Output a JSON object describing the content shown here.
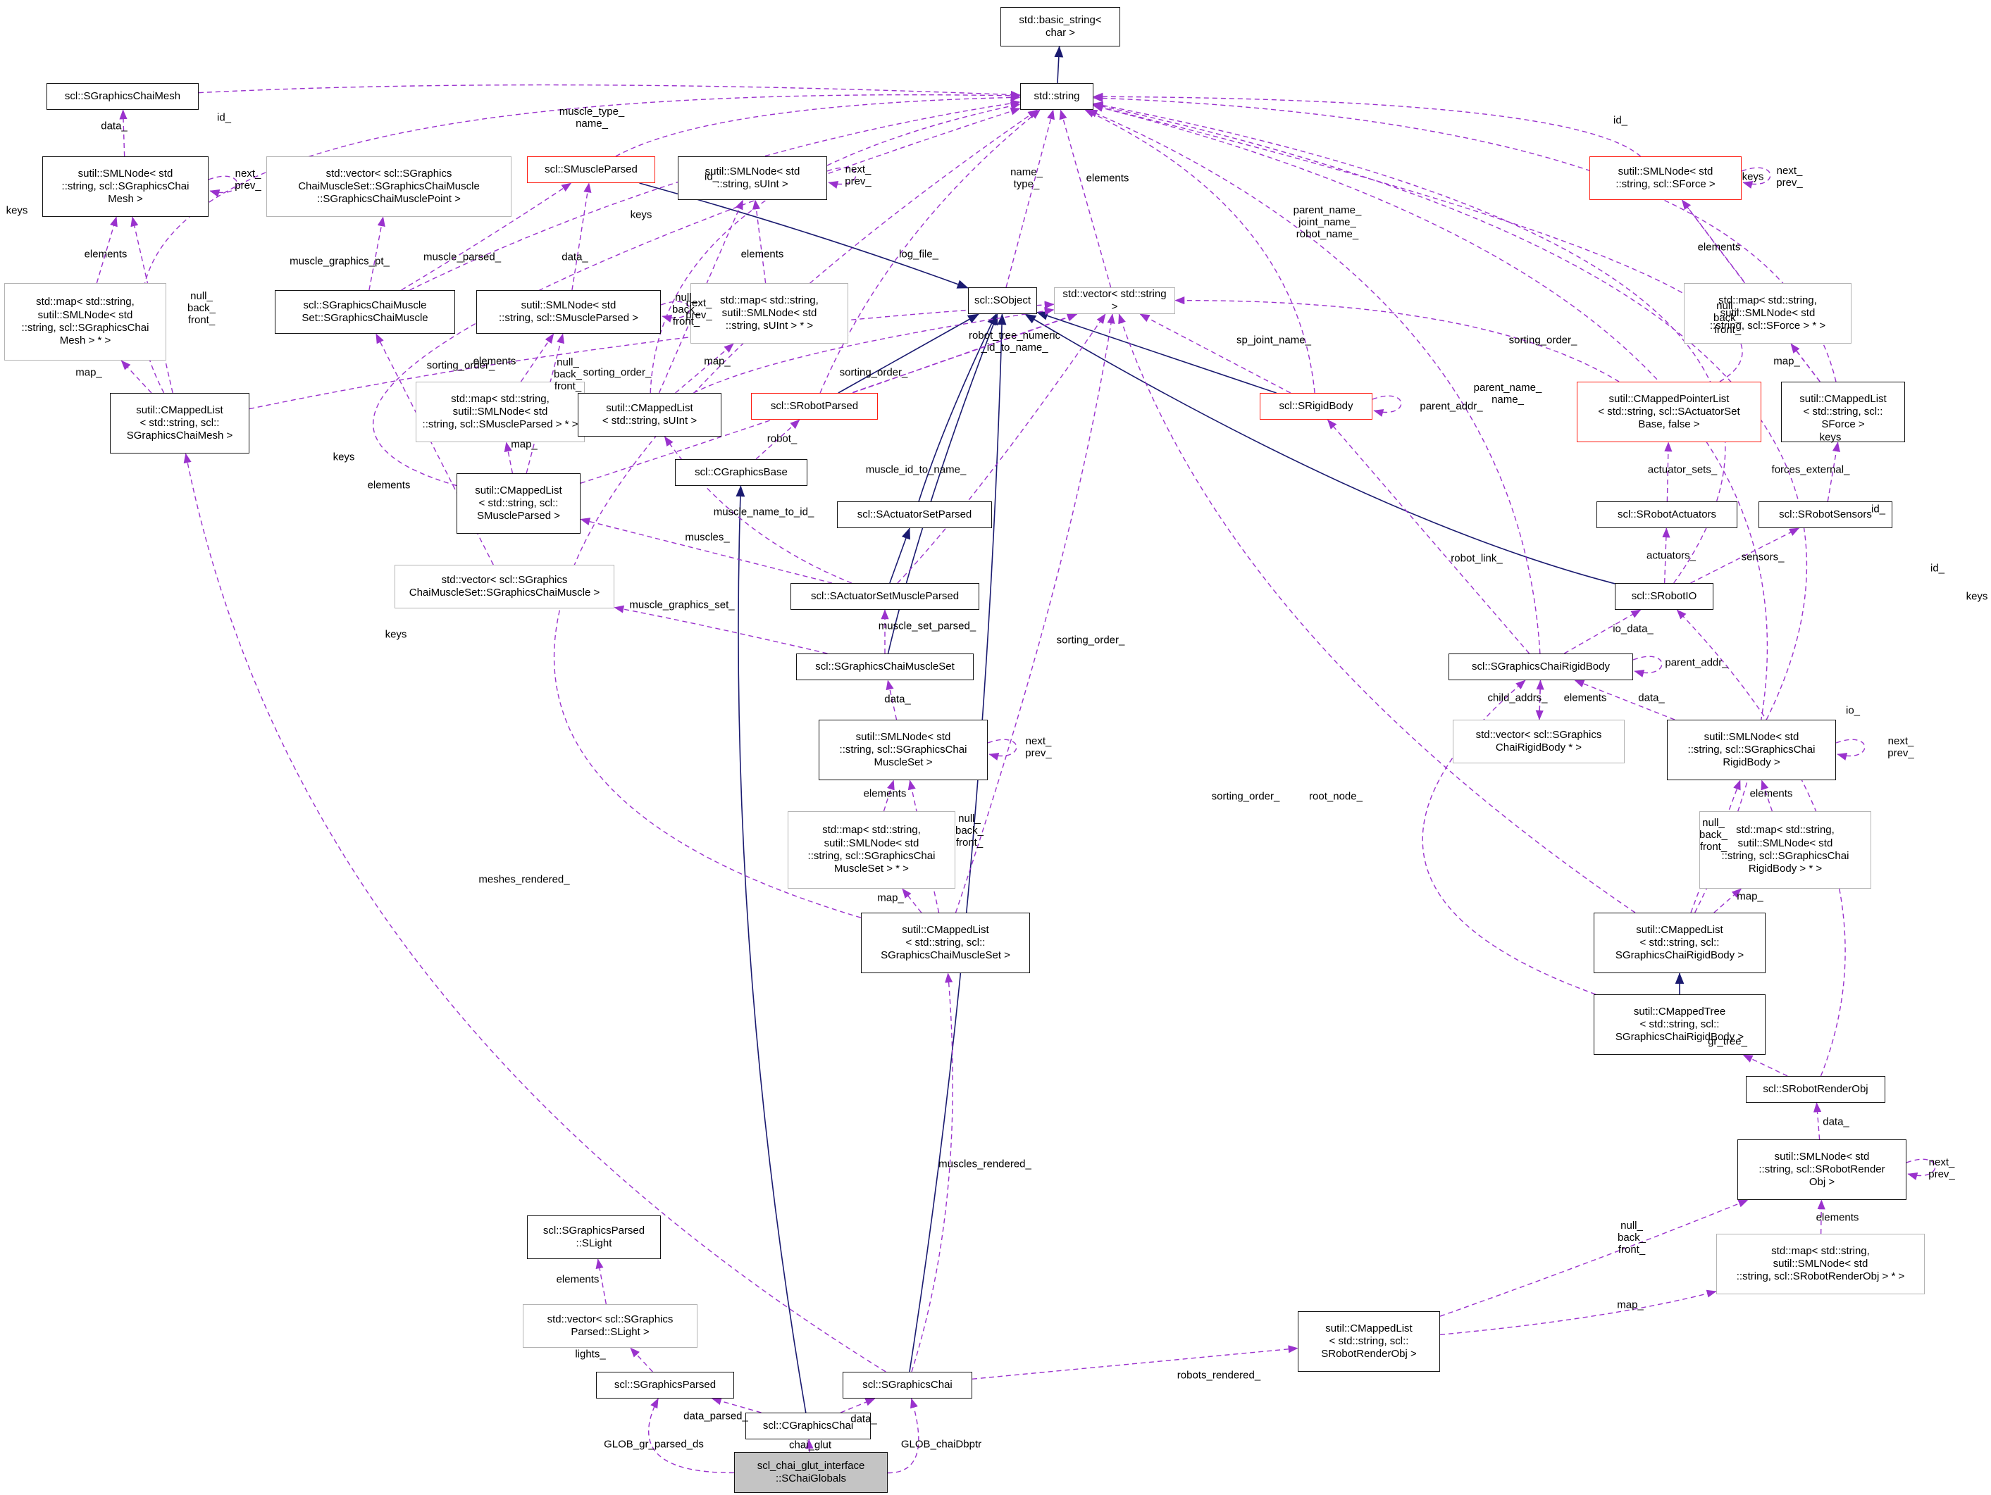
{
  "diagram": {
    "kind": "doxygen collaboration graph",
    "focus_class": "scl_chai_glut_interface::SChaiGlobals",
    "background": "#ffffff"
  },
  "colors": {
    "usage_edge": "#9a32cd",
    "inheritance_edge": "#1a1a70",
    "node_border": "#141414",
    "template_node_border": "#b4b4b4",
    "highlight_node_border": "#fe1b10",
    "focus_node_fill": "#c4c4c4",
    "node_fill": "#ffffff",
    "text": "#000000"
  },
  "nodes": [
    {
      "id": "basic_string",
      "label": "std::basic_string<\nchar >",
      "border": "black",
      "fill": "white"
    },
    {
      "id": "string",
      "label": "std::string",
      "border": "black",
      "fill": "white"
    },
    {
      "id": "mesh",
      "label": "scl::SGraphicsChaiMesh",
      "border": "black",
      "fill": "white"
    },
    {
      "id": "node_mesh",
      "label": "sutil::SMLNode< std\n::string, scl::SGraphicsChai\nMesh >",
      "border": "black",
      "fill": "white"
    },
    {
      "id": "map_mesh",
      "label": "std::map< std::string,\nsutil::SMLNode< std\n::string, scl::SGraphicsChai\nMesh > * >",
      "border": "gray",
      "fill": "white"
    },
    {
      "id": "cml_mesh",
      "label": "sutil::CMappedList\n< std::string, scl::\nSGraphicsChaiMesh >",
      "border": "black",
      "fill": "white"
    },
    {
      "id": "vec_mpoint",
      "label": "std::vector< scl::SGraphics\nChaiMuscleSet::SGraphicsChaiMuscle\n::SGraphicsChaiMusclePoint >",
      "border": "gray",
      "fill": "white"
    },
    {
      "id": "muscle_parsed",
      "label": "scl::SMuscleParsed",
      "border": "red",
      "fill": "white"
    },
    {
      "id": "gcmuscle",
      "label": "scl::SGraphicsChaiMuscle\nSet::SGraphicsChaiMuscle",
      "border": "black",
      "fill": "white"
    },
    {
      "id": "node_mparsed",
      "label": "sutil::SMLNode< std\n::string, scl::SMuscleParsed >",
      "border": "black",
      "fill": "white"
    },
    {
      "id": "map_mparsed",
      "label": "std::map< std::string,\nsutil::SMLNode< std\n::string, scl::SMuscleParsed > * >",
      "border": "gray",
      "fill": "white"
    },
    {
      "id": "cml_mparsed",
      "label": "sutil::CMappedList\n< std::string, scl::\nSMuscleParsed >",
      "border": "black",
      "fill": "white"
    },
    {
      "id": "vec_gcmuscle",
      "label": "std::vector< scl::SGraphics\nChaiMuscleSet::SGraphicsChaiMuscle >",
      "border": "gray",
      "fill": "white"
    },
    {
      "id": "node_suint",
      "label": "sutil::SMLNode< std\n::string, sUInt >",
      "border": "black",
      "fill": "white"
    },
    {
      "id": "map_suint",
      "label": "std::map< std::string,\nsutil::SMLNode< std\n::string, sUInt > * >",
      "border": "gray",
      "fill": "white"
    },
    {
      "id": "cml_suint",
      "label": "sutil::CMappedList\n< std::string, sUInt >",
      "border": "black",
      "fill": "white"
    },
    {
      "id": "sobject",
      "label": "scl::SObject",
      "border": "black",
      "fill": "white"
    },
    {
      "id": "vec_string",
      "label": "std::vector< std::string >",
      "border": "gray",
      "fill": "white"
    },
    {
      "id": "robot_parsed",
      "label": "scl::SRobotParsed",
      "border": "red",
      "fill": "white"
    },
    {
      "id": "graphics_base",
      "label": "scl::CGraphicsBase",
      "border": "black",
      "fill": "white"
    },
    {
      "id": "aset_parsed",
      "label": "scl::SActuatorSetParsed",
      "border": "black",
      "fill": "white"
    },
    {
      "id": "aset_mparsed",
      "label": "scl::SActuatorSetMuscleParsed",
      "border": "black",
      "fill": "white"
    },
    {
      "id": "gcmuscleset",
      "label": "scl::SGraphicsChaiMuscleSet",
      "border": "black",
      "fill": "white"
    },
    {
      "id": "node_gcmset",
      "label": "sutil::SMLNode< std\n::string, scl::SGraphicsChai\nMuscleSet >",
      "border": "black",
      "fill": "white"
    },
    {
      "id": "map_gcmset",
      "label": "std::map< std::string,\nsutil::SMLNode< std\n::string, scl::SGraphicsChai\nMuscleSet > * >",
      "border": "gray",
      "fill": "white"
    },
    {
      "id": "cml_gcmset",
      "label": "sutil::CMappedList\n< std::string, scl::\nSGraphicsChaiMuscleSet >",
      "border": "black",
      "fill": "white"
    },
    {
      "id": "rigid_body",
      "label": "scl::SRigidBody",
      "border": "red",
      "fill": "white"
    },
    {
      "id": "node_force",
      "label": "sutil::SMLNode< std\n::string, scl::SForce >",
      "border": "red",
      "fill": "white"
    },
    {
      "id": "map_force",
      "label": "std::map< std::string,\nsutil::SMLNode< std\n::string, scl::SForce > * >",
      "border": "gray",
      "fill": "white"
    },
    {
      "id": "cmpl_aset",
      "label": "sutil::CMappedPointerList\n< std::string, scl::SActuatorSet\nBase, false >",
      "border": "red",
      "fill": "white"
    },
    {
      "id": "cml_force",
      "label": "sutil::CMappedList\n< std::string, scl::\nSForce >",
      "border": "black",
      "fill": "white"
    },
    {
      "id": "robot_actuators",
      "label": "scl::SRobotActuators",
      "border": "black",
      "fill": "white"
    },
    {
      "id": "robot_sensors",
      "label": "scl::SRobotSensors",
      "border": "black",
      "fill": "white"
    },
    {
      "id": "robot_io",
      "label": "scl::SRobotIO",
      "border": "black",
      "fill": "white"
    },
    {
      "id": "gcrigid",
      "label": "scl::SGraphicsChaiRigidBody",
      "border": "black",
      "fill": "white"
    },
    {
      "id": "vec_gcrigid",
      "label": "std::vector< scl::SGraphics\nChaiRigidBody * >",
      "border": "gray",
      "fill": "white"
    },
    {
      "id": "node_gcrigid",
      "label": "sutil::SMLNode< std\n::string, scl::SGraphicsChai\nRigidBody >",
      "border": "black",
      "fill": "white"
    },
    {
      "id": "map_gcrigid",
      "label": "std::map< std::string,\nsutil::SMLNode< std\n::string, scl::SGraphicsChai\nRigidBody > * >",
      "border": "gray",
      "fill": "white"
    },
    {
      "id": "cml_gcrigid",
      "label": "sutil::CMappedList\n< std::string, scl::\nSGraphicsChaiRigidBody >",
      "border": "black",
      "fill": "white"
    },
    {
      "id": "cmt_gcrigid",
      "label": "sutil::CMappedTree\n< std::string, scl::\nSGraphicsChaiRigidBody >",
      "border": "black",
      "fill": "white"
    },
    {
      "id": "rrobj",
      "label": "scl::SRobotRenderObj",
      "border": "black",
      "fill": "white"
    },
    {
      "id": "node_rrobj",
      "label": "sutil::SMLNode< std\n::string, scl::SRobotRender\nObj >",
      "border": "black",
      "fill": "white"
    },
    {
      "id": "map_rrobj",
      "label": "std::map< std::string,\nsutil::SMLNode< std\n::string, scl::SRobotRenderObj > * >",
      "border": "gray",
      "fill": "white"
    },
    {
      "id": "cml_rrobj",
      "label": "sutil::CMappedList\n< std::string, scl::\nSRobotRenderObj >",
      "border": "black",
      "fill": "white"
    },
    {
      "id": "slight",
      "label": "scl::SGraphicsParsed\n::SLight",
      "border": "black",
      "fill": "white"
    },
    {
      "id": "vec_slight",
      "label": "std::vector< scl::SGraphics\nParsed::SLight >",
      "border": "gray",
      "fill": "white"
    },
    {
      "id": "gparsed",
      "label": "scl::SGraphicsParsed",
      "border": "black",
      "fill": "white"
    },
    {
      "id": "gchai",
      "label": "scl::SGraphicsChai",
      "border": "black",
      "fill": "white"
    },
    {
      "id": "cgchai",
      "label": "scl::CGraphicsChai",
      "border": "black",
      "fill": "white"
    },
    {
      "id": "globals",
      "label": "scl_chai_glut_interface\n::SChaiGlobals",
      "border": "black",
      "fill": "gray"
    }
  ],
  "edges": [
    {
      "from": "string",
      "to": "basic_string",
      "style": "inheritance",
      "label": ""
    },
    {
      "from": "muscle_parsed",
      "to": "sobject",
      "style": "inheritance",
      "label": ""
    },
    {
      "from": "robot_parsed",
      "to": "sobject",
      "style": "inheritance",
      "label": ""
    },
    {
      "from": "aset_parsed",
      "to": "sobject",
      "style": "inheritance",
      "label": ""
    },
    {
      "from": "gcmuscleset",
      "to": "sobject",
      "style": "inheritance",
      "label": ""
    },
    {
      "from": "gchai",
      "to": "sobject",
      "style": "inheritance",
      "label": ""
    },
    {
      "from": "rigid_body",
      "to": "sobject",
      "style": "inheritance",
      "label": ""
    },
    {
      "from": "robot_io",
      "to": "sobject",
      "style": "inheritance",
      "label": ""
    },
    {
      "from": "aset_mparsed",
      "to": "aset_parsed",
      "style": "inheritance",
      "label": ""
    },
    {
      "from": "cgchai",
      "to": "graphics_base",
      "style": "inheritance",
      "label": ""
    },
    {
      "from": "cmt_gcrigid",
      "to": "cml_gcrigid",
      "style": "inheritance",
      "label": ""
    },
    {
      "from": "node_mesh",
      "to": "mesh",
      "style": "usage",
      "label": "data_"
    },
    {
      "from": "node_mesh",
      "to": "node_mesh",
      "style": "usage",
      "label": "next_\nprev_"
    },
    {
      "from": "map_mesh",
      "to": "node_mesh",
      "style": "usage",
      "label": "elements"
    },
    {
      "from": "cml_mesh",
      "to": "node_mesh",
      "style": "usage",
      "label": "null_\nback_\nfront_"
    },
    {
      "from": "cml_mesh",
      "to": "map_mesh",
      "style": "usage",
      "label": "map_"
    },
    {
      "from": "cml_mesh",
      "to": "string",
      "style": "usage",
      "label": "keys"
    },
    {
      "from": "mesh",
      "to": "string",
      "style": "usage",
      "label": "id_"
    },
    {
      "from": "gchai",
      "to": "cml_mesh",
      "style": "usage",
      "label": "meshes_rendered_"
    },
    {
      "from": "gcmuscle",
      "to": "vec_mpoint",
      "style": "usage",
      "label": "muscle_graphics_pt_"
    },
    {
      "from": "gcmuscle",
      "to": "muscle_parsed",
      "style": "usage",
      "label": "muscle_parsed_"
    },
    {
      "from": "node_mparsed",
      "to": "muscle_parsed",
      "style": "usage",
      "label": "data_"
    },
    {
      "from": "muscle_parsed",
      "to": "string",
      "style": "usage",
      "label": "muscle_type_\nname_"
    },
    {
      "from": "node_mparsed",
      "to": "node_mparsed",
      "style": "usage",
      "label": "next_\nprev_"
    },
    {
      "from": "map_mparsed",
      "to": "node_mparsed",
      "style": "usage",
      "label": "elements"
    },
    {
      "from": "cml_mparsed",
      "to": "node_mparsed",
      "style": "usage",
      "label": "null_\nback_\nfront_"
    },
    {
      "from": "cml_mparsed",
      "to": "map_mparsed",
      "style": "usage",
      "label": "map_"
    },
    {
      "from": "cml_mparsed",
      "to": "string",
      "style": "usage",
      "label": "keys"
    },
    {
      "from": "aset_mparsed",
      "to": "cml_mparsed",
      "style": "usage",
      "label": "muscles_"
    },
    {
      "from": "gcmuscleset",
      "to": "vec_gcmuscle",
      "style": "usage",
      "label": "muscle_graphics_set_"
    },
    {
      "from": "vec_gcmuscle",
      "to": "gcmuscle",
      "style": "usage",
      "label": "elements"
    },
    {
      "from": "gcmuscleset",
      "to": "aset_mparsed",
      "style": "usage",
      "label": "muscle_set_parsed_"
    },
    {
      "from": "node_gcmset",
      "to": "gcmuscleset",
      "style": "usage",
      "label": "data_"
    },
    {
      "from": "node_gcmset",
      "to": "node_gcmset",
      "style": "usage",
      "label": "next_\nprev_"
    },
    {
      "from": "map_gcmset",
      "to": "node_gcmset",
      "style": "usage",
      "label": "elements"
    },
    {
      "from": "cml_gcmset",
      "to": "node_gcmset",
      "style": "usage",
      "label": "null_\nback_\nfront_"
    },
    {
      "from": "cml_gcmset",
      "to": "map_gcmset",
      "style": "usage",
      "label": "map_"
    },
    {
      "from": "cml_gcmset",
      "to": "string",
      "style": "usage",
      "label": "keys"
    },
    {
      "from": "node_suint",
      "to": "node_suint",
      "style": "usage",
      "label": "next_\nprev_"
    },
    {
      "from": "map_suint",
      "to": "node_suint",
      "style": "usage",
      "label": "elements"
    },
    {
      "from": "cml_suint",
      "to": "node_suint",
      "style": "usage",
      "label": "null_\nback_\nfront_"
    },
    {
      "from": "cml_suint",
      "to": "map_suint",
      "style": "usage",
      "label": "map_"
    },
    {
      "from": "cml_suint",
      "to": "string",
      "style": "usage",
      "label": "keys"
    },
    {
      "from": "aset_mparsed",
      "to": "cml_suint",
      "style": "usage",
      "label": "muscle_name_to_id_"
    },
    {
      "from": "aset_mparsed",
      "to": "vec_string",
      "style": "usage",
      "label": "muscle_id_to_name_"
    },
    {
      "from": "robot_parsed",
      "to": "vec_string",
      "style": "usage",
      "label": "robot_tree_numeric\n_id_to_name_"
    },
    {
      "from": "robot_parsed",
      "to": "string",
      "style": "usage",
      "label": "log_file_"
    },
    {
      "from": "sobject",
      "to": "string",
      "style": "usage",
      "label": "name_\ntype_"
    },
    {
      "from": "vec_string",
      "to": "string",
      "style": "usage",
      "label": "elements"
    },
    {
      "from": "graphics_base",
      "to": "robot_parsed",
      "style": "usage",
      "label": "robot_"
    },
    {
      "from": "rigid_body",
      "to": "string",
      "style": "usage",
      "label": "parent_name_\njoint_name_\nrobot_name_"
    },
    {
      "from": "rigid_body",
      "to": "vec_string",
      "style": "usage",
      "label": "sp_joint_name_"
    },
    {
      "from": "rigid_body",
      "to": "rigid_body",
      "style": "usage",
      "label": "parent_addr_"
    },
    {
      "from": "gcmuscle",
      "to": "string",
      "style": "usage",
      "label": "id_"
    },
    {
      "from": "gcrigid",
      "to": "string",
      "style": "usage",
      "label": "parent_name_\nname_"
    },
    {
      "from": "node_gcrigid",
      "to": "string",
      "style": "usage",
      "label": "id_"
    },
    {
      "from": "cml_gcrigid",
      "to": "string",
      "style": "usage",
      "label": "keys"
    },
    {
      "from": "robot_io",
      "to": "string",
      "style": "usage",
      "label": "id_"
    },
    {
      "from": "cmpl_aset",
      "to": "string",
      "style": "usage",
      "label": "keys"
    },
    {
      "from": "map_force",
      "to": "node_force",
      "style": "usage",
      "label": "elements"
    },
    {
      "from": "node_force",
      "to": "node_force",
      "style": "usage",
      "label": "next_\nprev_"
    },
    {
      "from": "cml_force",
      "to": "node_force",
      "style": "usage",
      "label": "null_\nback_\nfront_"
    },
    {
      "from": "cml_force",
      "to": "map_force",
      "style": "usage",
      "label": "map_"
    },
    {
      "from": "cml_force",
      "to": "string",
      "style": "usage",
      "label": "keys"
    },
    {
      "from": "node_force",
      "to": "string",
      "style": "usage",
      "label": "id_"
    },
    {
      "from": "robot_actuators",
      "to": "cmpl_aset",
      "style": "usage",
      "label": "actuator_sets_"
    },
    {
      "from": "robot_sensors",
      "to": "cml_force",
      "style": "usage",
      "label": "forces_external_"
    },
    {
      "from": "robot_io",
      "to": "robot_actuators",
      "style": "usage",
      "label": "actuators_"
    },
    {
      "from": "robot_io",
      "to": "robot_sensors",
      "style": "usage",
      "label": "sensors_"
    },
    {
      "from": "gcrigid",
      "to": "rigid_body",
      "style": "usage",
      "label": "robot_link_"
    },
    {
      "from": "gcrigid",
      "to": "robot_io",
      "style": "usage",
      "label": "io_data_"
    },
    {
      "from": "gcrigid",
      "to": "gcrigid",
      "style": "usage",
      "label": "parent_addr_"
    },
    {
      "from": "gcrigid",
      "to": "vec_gcrigid",
      "style": "usage",
      "label": "child_addrs_"
    },
    {
      "from": "vec_gcrigid",
      "to": "gcrigid",
      "style": "usage",
      "label": "elements"
    },
    {
      "from": "node_gcrigid",
      "to": "gcrigid",
      "style": "usage",
      "label": "data_"
    },
    {
      "from": "node_gcrigid",
      "to": "node_gcrigid",
      "style": "usage",
      "label": "next_\nprev_"
    },
    {
      "from": "map_gcrigid",
      "to": "node_gcrigid",
      "style": "usage",
      "label": "elements"
    },
    {
      "from": "cml_gcrigid",
      "to": "node_gcrigid",
      "style": "usage",
      "label": "null_\nback_\nfront_"
    },
    {
      "from": "cml_gcrigid",
      "to": "map_gcrigid",
      "style": "usage",
      "label": "map_"
    },
    {
      "from": "cml_gcrigid",
      "to": "vec_string",
      "style": "usage",
      "label": "sorting_order_"
    },
    {
      "from": "cmt_gcrigid",
      "to": "gcrigid",
      "style": "usage",
      "label": "root_node_"
    },
    {
      "from": "rrobj",
      "to": "cmt_gcrigid",
      "style": "usage",
      "label": "gr_tree_"
    },
    {
      "from": "node_rrobj",
      "to": "rrobj",
      "style": "usage",
      "label": "data_"
    },
    {
      "from": "node_rrobj",
      "to": "node_rrobj",
      "style": "usage",
      "label": "next_\nprev_"
    },
    {
      "from": "map_rrobj",
      "to": "node_rrobj",
      "style": "usage",
      "label": "elements"
    },
    {
      "from": "cml_rrobj",
      "to": "node_rrobj",
      "style": "usage",
      "label": "null_\nback_\nfront_"
    },
    {
      "from": "cml_rrobj",
      "to": "map_rrobj",
      "style": "usage",
      "label": "map_"
    },
    {
      "from": "gchai",
      "to": "cml_rrobj",
      "style": "usage",
      "label": "robots_rendered_"
    },
    {
      "from": "gchai",
      "to": "cml_gcmset",
      "style": "usage",
      "label": "muscles_rendered_"
    },
    {
      "from": "vec_slight",
      "to": "slight",
      "style": "usage",
      "label": "elements"
    },
    {
      "from": "gparsed",
      "to": "vec_slight",
      "style": "usage",
      "label": "lights_"
    },
    {
      "from": "cgchai",
      "to": "gparsed",
      "style": "usage",
      "label": "data_parsed_"
    },
    {
      "from": "cgchai",
      "to": "gchai",
      "style": "usage",
      "label": "data_"
    },
    {
      "from": "globals",
      "to": "cgchai",
      "style": "usage",
      "label": "chai_glut"
    },
    {
      "from": "globals",
      "to": "gparsed",
      "style": "usage",
      "label": "GLOB_gr_parsed_ds"
    },
    {
      "from": "globals",
      "to": "gchai",
      "style": "usage",
      "label": "GLOB_chaiDbptr"
    },
    {
      "from": "rrobj",
      "to": "robot_io",
      "style": "usage",
      "label": "io_"
    },
    {
      "from": "cml_mesh",
      "to": "vec_string",
      "style": "usage",
      "label": "sorting_order_"
    },
    {
      "from": "cml_suint",
      "to": "vec_string",
      "style": "usage",
      "label": "sorting_order_"
    },
    {
      "from": "cml_mparsed",
      "to": "vec_string",
      "style": "usage",
      "label": "sorting_order_"
    },
    {
      "from": "cml_gcmset",
      "to": "vec_string",
      "style": "usage",
      "label": "sorting_order_"
    },
    {
      "from": "cmpl_aset",
      "to": "vec_string",
      "style": "usage",
      "label": "sorting_order_"
    }
  ]
}
